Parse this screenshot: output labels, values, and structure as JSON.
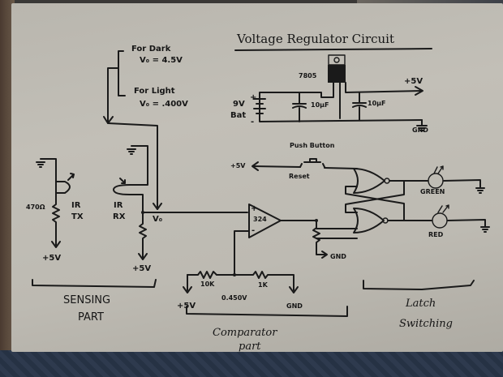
{
  "title": "Voltage Regulator Circuit",
  "regulator": {
    "ic_label": "7805",
    "battery_voltage": "9V",
    "battery_name": "Bat",
    "battery_plus": "+",
    "battery_minus": "-",
    "cap1": "10µF",
    "cap2": "10µF",
    "output": "+5V",
    "ground": "GND"
  },
  "annotations": {
    "dark_heading": "For Dark",
    "dark_value": "V₀ = 4.5V",
    "light_heading": "For Light",
    "light_value": "V₀ = .400V"
  },
  "sensing": {
    "resistor": "470Ω",
    "tx_line1": "IR",
    "tx_line2": "TX",
    "tx_supply": "+5V",
    "rx_line1": "IR",
    "rx_line2": "RX",
    "rx_supply": "+5V",
    "vo_label": "V₀",
    "section_line1": "SENSING",
    "section_line2": "PART"
  },
  "comparator": {
    "opamp_label": "324",
    "plus": "+",
    "minus": "-",
    "r1": "10K",
    "r2": "1K",
    "ref_voltage": "0.450V",
    "supply": "+5V",
    "ground": "GND",
    "out_ground": "GND",
    "section_line1": "Comparator",
    "section_line2": "part"
  },
  "latch": {
    "button_title": "Push Button",
    "button_label": "Reset",
    "button_supply": "+5V",
    "led_green": "GREEN",
    "led_red": "RED",
    "section_line1": "Latch",
    "section_line2": "Switching"
  }
}
